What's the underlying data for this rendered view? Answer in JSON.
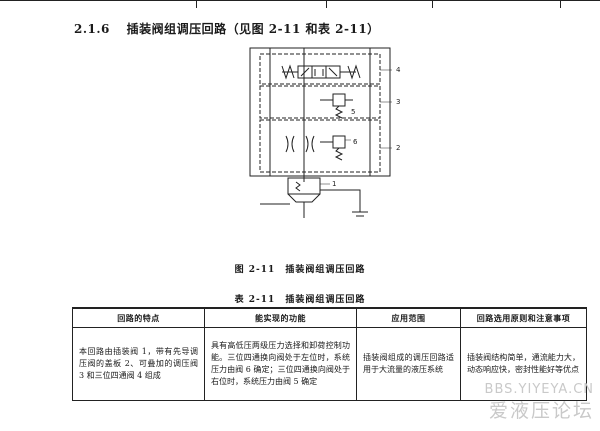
{
  "section": {
    "number": "2.1.6",
    "title": "插装阀组调压回路（见图 2-11 和表 2-11）"
  },
  "diagram": {
    "callouts": [
      "4",
      "3",
      "2",
      "5",
      "6",
      "1"
    ]
  },
  "figure_caption": {
    "label": "图 2-11",
    "text": "插装阀组调压回路"
  },
  "table_caption": {
    "label": "表 2-11",
    "text": "插装阀组调压回路"
  },
  "table": {
    "headers": [
      "回路的特点",
      "能实现的功能",
      "应用范围",
      "回路选用原则和注意事项"
    ],
    "row": [
      "本回路由插装阀 1，带有先导调压阀的盖板 2、可叠加的调压阀 3 和三位四通阀 4 组成",
      "具有高低压两级压力选择和卸荷控制功能。三位四通换向阀处于左位时，系统压力由阀 6 确定；三位四通换向阀处于右位时，系统压力由阀 5 确定",
      "插装阀组成的调压回路适用于大流量的液压系统",
      "插装阀结构简单，通流能力大，动态响应快，密封性能好等优点"
    ]
  },
  "watermark": {
    "url": "BBS.YIYEYA.CN",
    "text": "爱液压论坛"
  }
}
